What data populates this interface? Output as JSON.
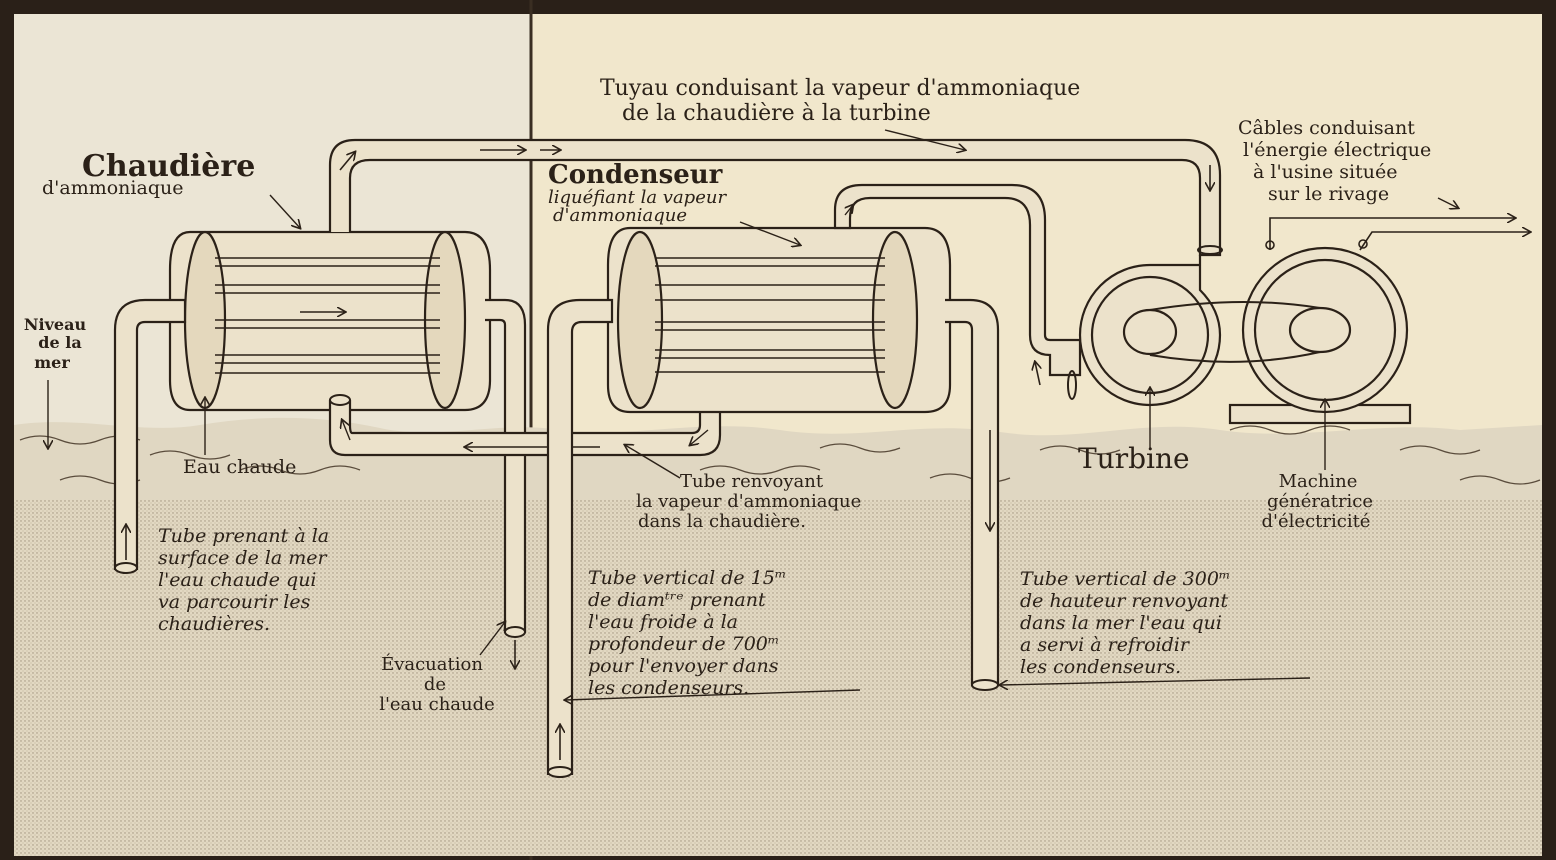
{
  "labels": {
    "chaudiere_title": "Chaudière",
    "chaudiere_sub": "d'ammoniaque",
    "niveau": [
      "Niveau",
      "de la",
      "mer"
    ],
    "eau_chaude": "Eau chaude",
    "tube_prenant": [
      "Tube prenant à la",
      "surface de la mer",
      "l'eau chaude qui",
      "va parcourir les",
      "chaudières."
    ],
    "evacuation": [
      "Évacuation",
      "de",
      "l'eau chaude"
    ],
    "tuyau": [
      "Tuyau conduisant la vapeur d'ammoniaque",
      "de la chaudière à la turbine"
    ],
    "condenseur_title": "Condenseur",
    "condenseur_sub": [
      "liquéfiant la vapeur",
      "d'ammoniaque"
    ],
    "cables": [
      "Câbles conduisant",
      "l'énergie électrique",
      "à l'usine située",
      "sur le rivage"
    ],
    "tube_renvoyant": [
      "Tube renvoyant",
      "la vapeur d'ammoniaque",
      "dans la chaudière."
    ],
    "turbine": "Turbine",
    "machine": [
      "Machine",
      "génératrice",
      "d'électricité"
    ],
    "tube_15": [
      "Tube vertical de 15ᵐ",
      "de diamᵗʳᵉ prenant",
      "l'eau froide à la",
      "profondeur de 700ᵐ",
      "pour l'envoyer dans",
      "les condenseurs."
    ],
    "tube_300": [
      "Tube vertical de 300ᵐ",
      "de hauteur renvoyant",
      "dans la mer l'eau qui",
      "a servi à refroidir",
      "les condenseurs."
    ]
  },
  "colors": {
    "paper": "#f1e7cc",
    "paper_left": "#ece6d6",
    "ink": "#2b2118",
    "sea": "#ddd4bf"
  }
}
